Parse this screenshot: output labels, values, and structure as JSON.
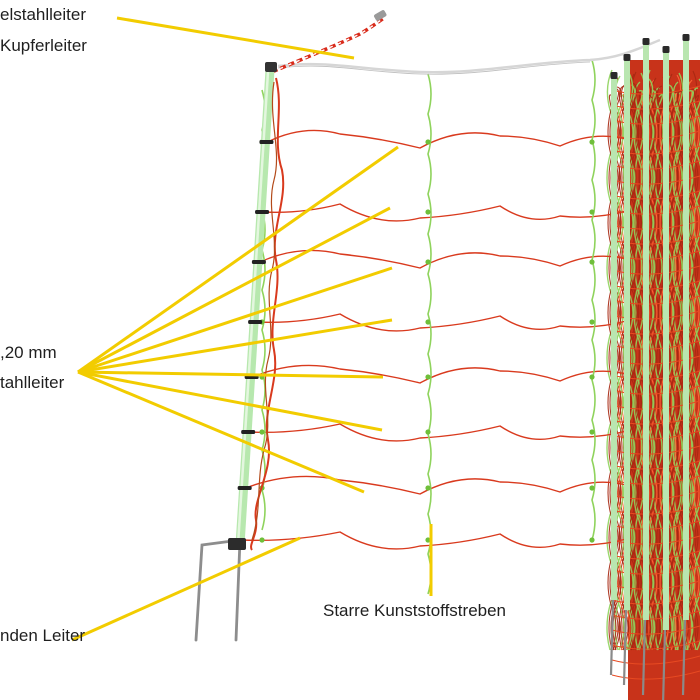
{
  "labels": {
    "top_line1": "elstahlleiter",
    "top_line2": "Kupferleiter",
    "mid_line1": ",20 mm",
    "mid_line2": "tahlleiter",
    "bottom_left": "nden Leiter",
    "bottom_center": "Starre Kunststoffstreben"
  },
  "colors": {
    "callout": "#f2cc00",
    "conductor_red": "#d93a1e",
    "strut_green": "#8fd35c",
    "post": "#b9e6b0",
    "top_wire": "#dcdcdc",
    "spike": "#8a8a8a"
  }
}
